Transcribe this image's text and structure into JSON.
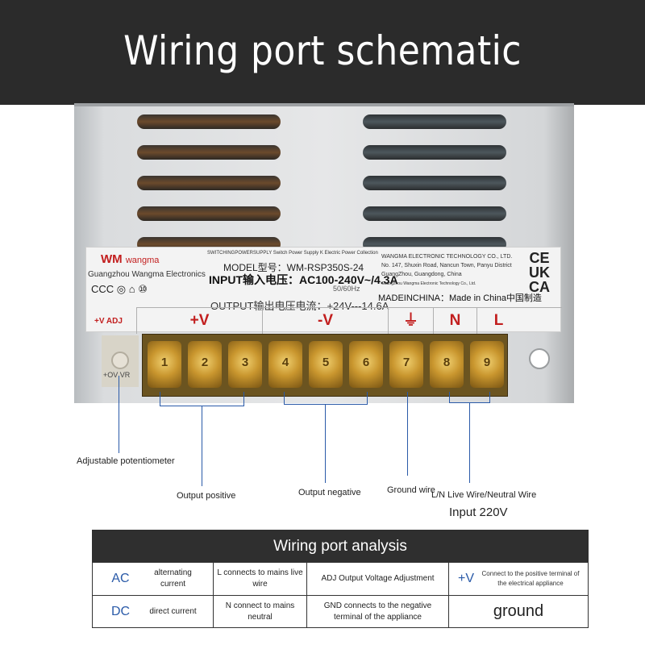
{
  "header": {
    "title": "Wiring port schematic"
  },
  "device": {
    "brand": "WM",
    "brand_suffix": "wangma",
    "brand_company": "Guangzhou Wangma Electronics",
    "cert_icons": "CCC ◎ ⌂ ⑩",
    "adj_label": "+V ADJ",
    "label_top": "SWITCHINGPOWERSUPPLY Switch Power Supply K Electric Power Collection",
    "model": "MODEL型号：WM-RSP350S-24",
    "input": "INPUT输入电压：AC100-240V~/4.3A",
    "frequency": "50/60Hz",
    "output": "OUTPUT输出电压电流：+24V---14.6A",
    "company": "WANGMA ELECTRONIC TECHNOLOGY CO., LTD. No. 147, Shuxin Road, Nancun Town, Panyu District GuangZhou, Guangdong, China",
    "company_line2": "Guangzhou Wangma Electronic Technology Co., Ltd.",
    "made_in": "MADEINCHINA：Made in China中国制造",
    "marks": [
      "CE",
      "UK",
      "CA"
    ],
    "terminals": [
      "+V",
      "-V",
      "⏚",
      "N",
      "L"
    ],
    "screw_numbers": [
      "1",
      "2",
      "3",
      "4",
      "5",
      "6",
      "7",
      "8",
      "9"
    ],
    "pot_text": "+OV  VR"
  },
  "callouts": {
    "pot": "Adjustable potentiometer",
    "output_positive": "Output positive",
    "output_negative": "Output negative",
    "ground": "Ground wire",
    "ln": "L/N Live Wire/Neutral Wire",
    "input": "Input 220V"
  },
  "table": {
    "title": "Wiring port analysis",
    "rows": [
      [
        {
          "code": "AC",
          "text": "alternating current"
        },
        {
          "text": "L connects to mains live wire"
        },
        {
          "text": "ADJ Output Voltage Adjustment"
        },
        {
          "code": "+V",
          "text": "Connect to the positive terminal of the electrical appliance"
        }
      ],
      [
        {
          "code": "DC",
          "text": "direct current"
        },
        {
          "text": "N connect to mains neutral"
        },
        {
          "text": "GND connects to the negative terminal of the appliance"
        },
        {
          "text": "ground"
        }
      ]
    ]
  },
  "colors": {
    "header_bg": "#2b2b2b",
    "accent_red": "#c21e1e",
    "accent_blue": "#2a5aa8",
    "brass": "#c9962e"
  }
}
